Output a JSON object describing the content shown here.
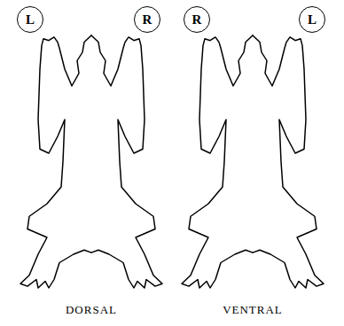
{
  "diagram": {
    "nodes": [
      {
        "text": [
          "L"
        ]
      },
      {
        "text": [
          "R"
        ]
      },
      {
        "text": [
          "R"
        ]
      },
      {
        "text": [
          "L"
        ]
      }
    ],
    "labels": [
      "DORSAL",
      "VENTRAL"
    ]
  }
}
